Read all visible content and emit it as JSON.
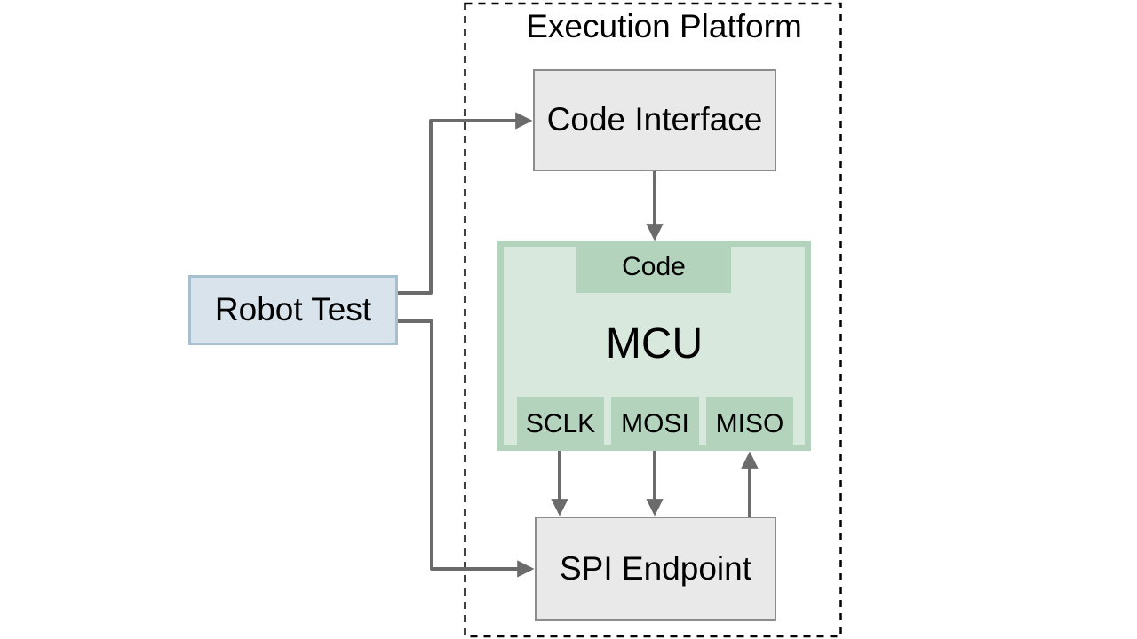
{
  "diagram": {
    "container_label": "Execution Platform",
    "nodes": {
      "robot_test": {
        "label": "Robot Test"
      },
      "code_interface": {
        "label": "Code Interface"
      },
      "mcu": {
        "label": "MCU",
        "code_port_label": "Code",
        "pins": [
          "SCLK",
          "MOSI",
          "MISO"
        ]
      },
      "spi_endpoint": {
        "label": "SPI Endpoint"
      }
    },
    "edges": [
      {
        "from": "Robot Test",
        "to": "Code Interface"
      },
      {
        "from": "Robot Test",
        "to": "SPI Endpoint"
      },
      {
        "from": "Code Interface",
        "to": "MCU Code port"
      },
      {
        "from": "MCU SCLK pin",
        "to": "SPI Endpoint"
      },
      {
        "from": "MCU MOSI pin",
        "to": "SPI Endpoint"
      },
      {
        "from": "SPI Endpoint",
        "to": "MCU MISO pin"
      }
    ],
    "colors": {
      "background": "#ffffff",
      "text": "#000000",
      "boundary_dash": "#000000",
      "arrow": "#6b6b6b",
      "generic_box_fill": "#e9e9e9",
      "generic_box_border": "#8c8c8c",
      "robot_test_fill": "#d8e3eb",
      "robot_test_border": "#a6c0d0",
      "mcu_fill": "#d9e8dd",
      "mcu_accent": "#b3d3bd"
    }
  }
}
